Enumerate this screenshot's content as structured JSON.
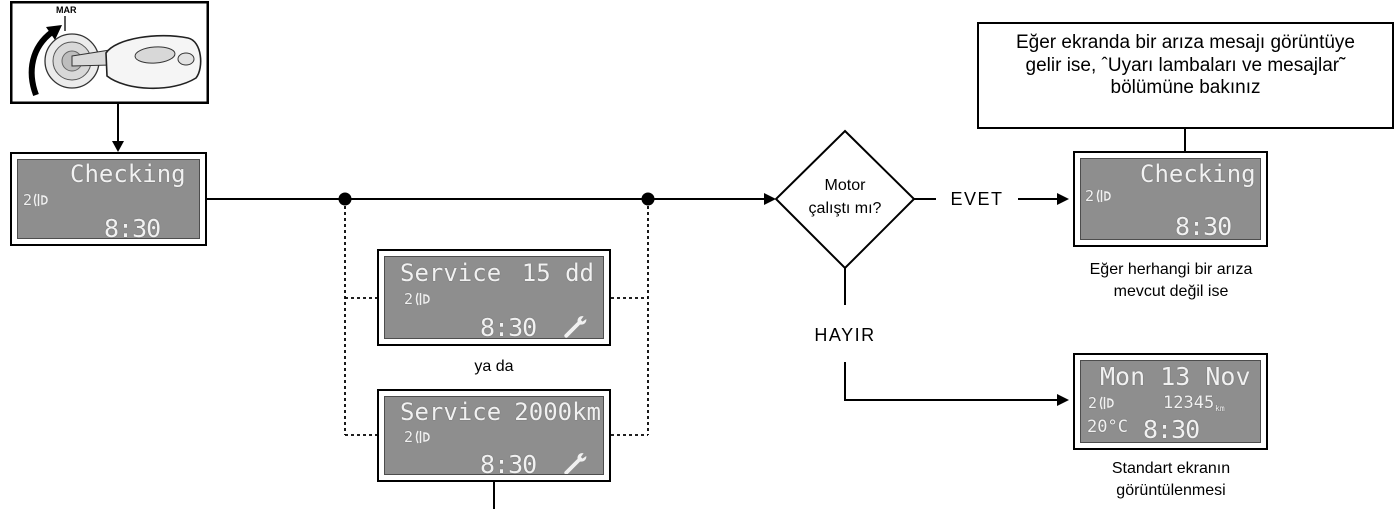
{
  "ignition": {
    "position_label": "MAR"
  },
  "displays": {
    "start_check": {
      "message": "Checking",
      "headlamp_level": "2",
      "time": "8:30"
    },
    "service_days": {
      "title": "Service",
      "remaining": "15 dd",
      "headlamp_level": "2",
      "time": "8:30"
    },
    "service_km": {
      "title": "Service",
      "remaining": "2000km",
      "headlamp_level": "2",
      "time": "8:30"
    },
    "engine_check": {
      "message": "Checking",
      "headlamp_level": "2",
      "time": "8:30"
    },
    "standard": {
      "date": "Mon 13 Nov",
      "headlamp_level": "2",
      "odometer": "12345",
      "odometer_unit": "km",
      "temperature": "20°C",
      "time": "8:30"
    }
  },
  "flow": {
    "or_label": "ya da",
    "decision": [
      "Motor",
      "çalıştı mı?"
    ],
    "yes_label": "EVET",
    "no_label": "HAYIR",
    "fault_note": [
      "Eğer ekranda bir arıza mesajı görüntüye",
      "gelir ise, ˆUyarı lambaları ve mesajlar˜",
      "bölümüne bakınız"
    ],
    "no_fault_caption": [
      "Eğer herhangi bir arıza",
      "mevcut değil ise"
    ],
    "standard_caption": [
      "Standart ekranın",
      "görüntülenmesi"
    ]
  },
  "icons": {
    "ignition": "ignition-key-icon",
    "rotation": "rotation-arrow-icon",
    "headlamp": "headlamp-aim-icon",
    "service": "wrench-icon"
  },
  "colors": {
    "lcd_background": "#8e8e8e",
    "lcd_text": "#f1f1f1",
    "lines": "#000000",
    "page_background": "#ffffff"
  }
}
